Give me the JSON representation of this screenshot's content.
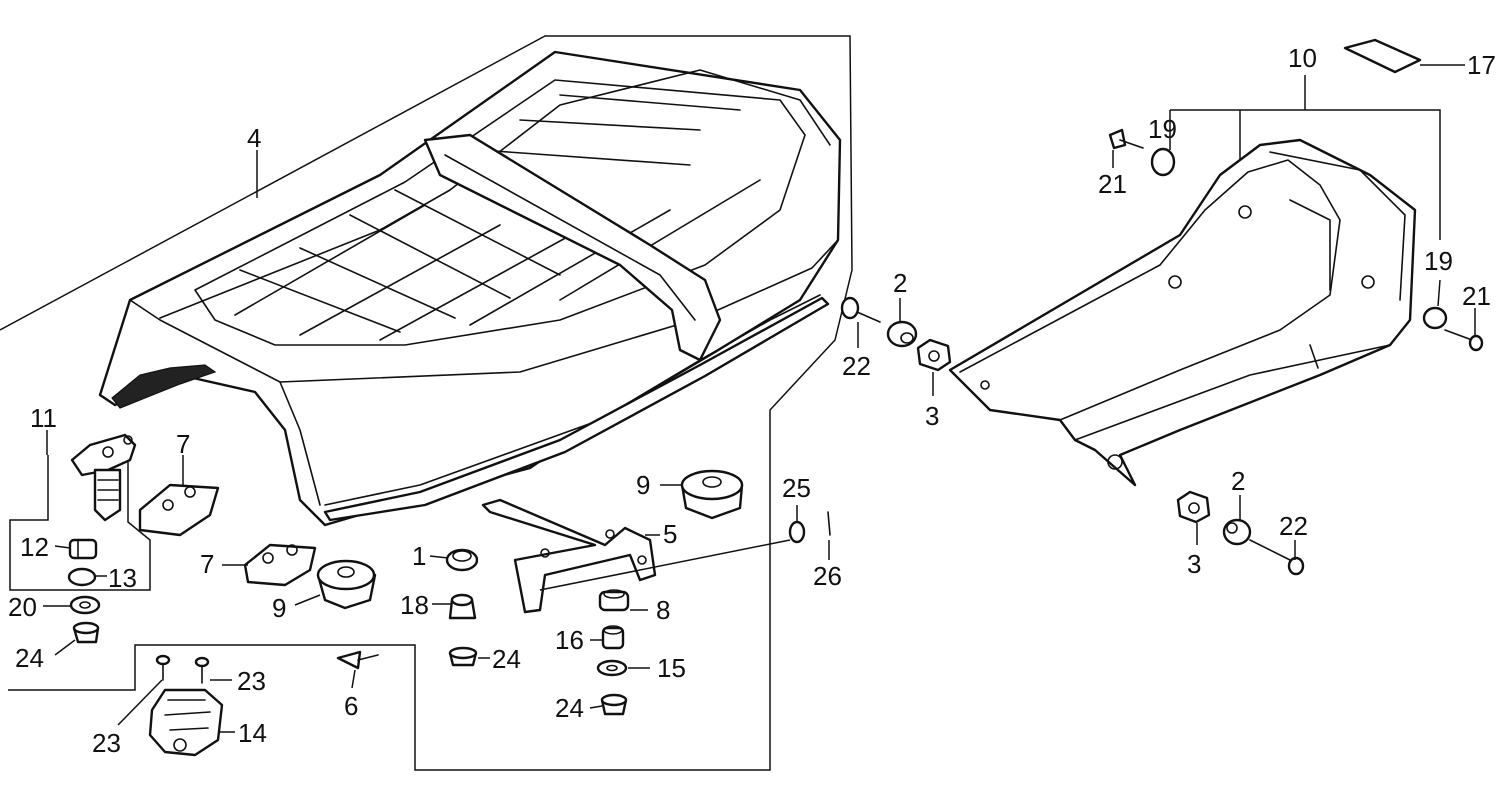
{
  "diagram": {
    "line_color": "#111111",
    "background": "#ffffff",
    "labels": {
      "l1": "1",
      "l2a": "2",
      "l2b": "2",
      "l3a": "3",
      "l3b": "3",
      "l4": "4",
      "l5": "5",
      "l6": "6",
      "l7a": "7",
      "l7b": "7",
      "l8": "8",
      "l9a": "9",
      "l9b": "9",
      "l10": "10",
      "l11": "11",
      "l12": "12",
      "l13": "13",
      "l14": "14",
      "l15": "15",
      "l16": "16",
      "l17": "17",
      "l18": "18",
      "l19a": "19",
      "l19b": "19",
      "l20": "20",
      "l21a": "21",
      "l21b": "21",
      "l22a": "22",
      "l22b": "22",
      "l23a": "23",
      "l23b": "23",
      "l24a": "24",
      "l24b": "24",
      "l24c": "24",
      "l25": "25",
      "l26": "26"
    }
  }
}
